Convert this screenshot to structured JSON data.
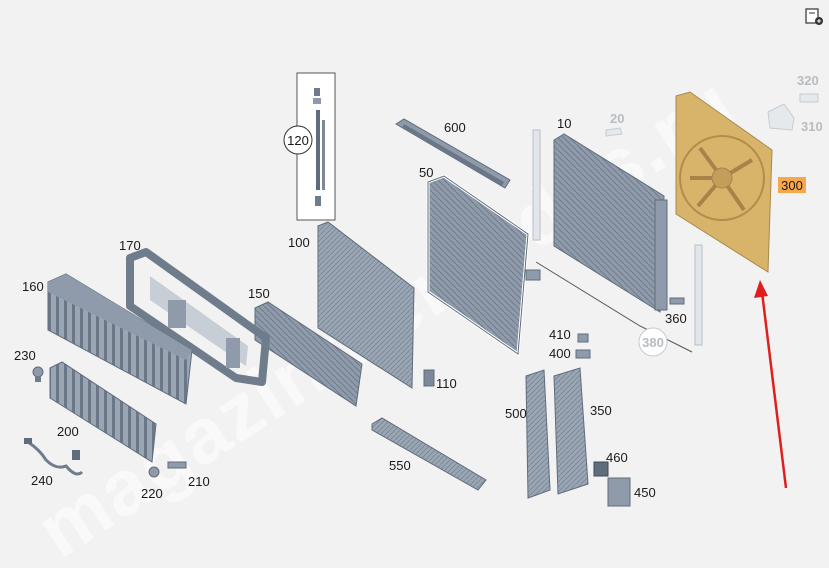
{
  "watermark": "magazinmercedes.ru",
  "toolbar": {
    "export_icon": "document-export-icon"
  },
  "colors": {
    "part_blue": "#8d99a8",
    "part_dark": "#5f6c7b",
    "highlight_fill": "#d8b46a",
    "callout_bg": "#f7a94a",
    "arrow": "#e01e1e"
  },
  "labels": {
    "p10": "10",
    "p20": "20",
    "p50": "50",
    "p100": "100",
    "p110": "110",
    "p120": "120",
    "p150": "150",
    "p160": "160",
    "p170": "170",
    "p200": "200",
    "p210": "210",
    "p220": "220",
    "p230": "230",
    "p240": "240",
    "p300": "300",
    "p310": "310",
    "p320": "320",
    "p350": "350",
    "p360": "360",
    "p380": "380",
    "p400": "400",
    "p410": "410",
    "p450": "450",
    "p460": "460",
    "p500": "500",
    "p550": "550",
    "p600": "600"
  }
}
